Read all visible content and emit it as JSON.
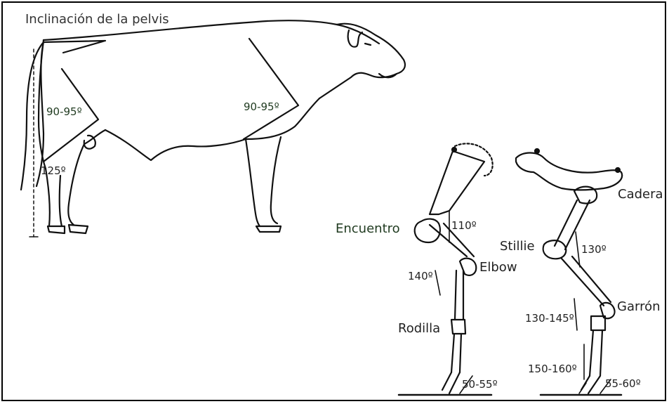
{
  "title": "Inclinación de la pelvis",
  "colors": {
    "line": "#111111",
    "text": "#222222",
    "label_green": "#1f3a1f"
  },
  "bull": {
    "angle_rump": "90-95º",
    "angle_shoulder": "90-95º",
    "angle_hock": "125º"
  },
  "foreleg": {
    "encuentro": "Encuentro",
    "angle_encuentro": "110º",
    "elbow": "Elbow",
    "angle_elbow": "140º",
    "rodilla": "Rodilla",
    "angle_pastern": "50-55º"
  },
  "hindleg": {
    "cadera": "Cadera",
    "stillie": "Stillie",
    "angle_stillie": "130º",
    "garron": "Garrón",
    "angle_garron": "130-145º",
    "angle_lower": "150-160º",
    "angle_pastern": "55-60º"
  }
}
